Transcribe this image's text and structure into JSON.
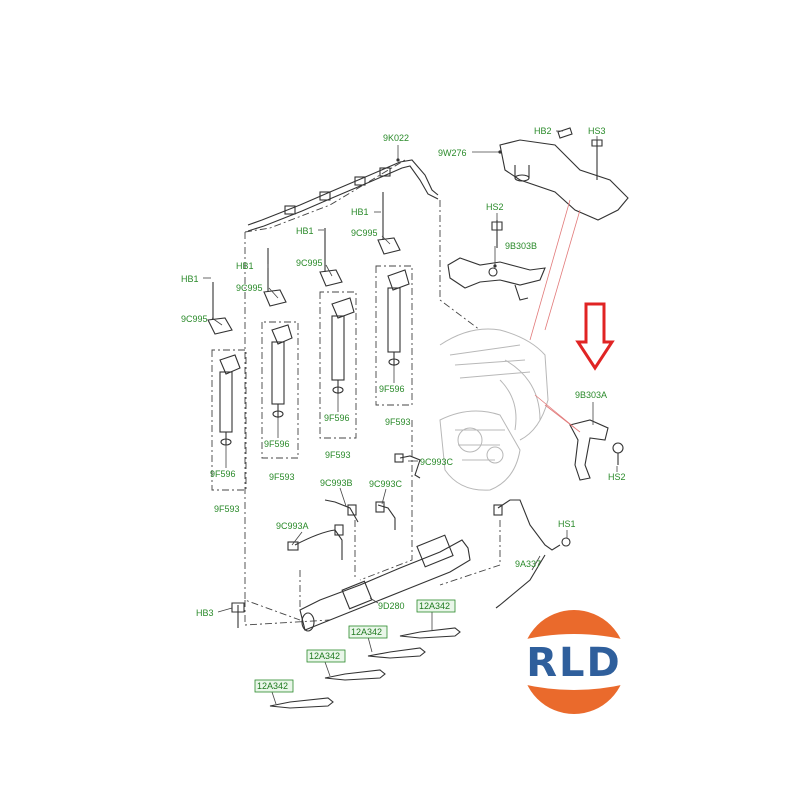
{
  "diagram": {
    "labels": {
      "l_9k022": "9K022",
      "l_9w276": "9W276",
      "l_hb2": "HB2",
      "l_hs3": "HS3",
      "l_hs2_top": "HS2",
      "l_9b303b": "9B303B",
      "l_hb1_a": "HB1",
      "l_9c995_a": "9C995",
      "l_hb1_b": "HB1",
      "l_9c995_b": "9C995",
      "l_hb1_c": "HB1",
      "l_9c995_c": "9C995",
      "l_hb1_d": "HB1",
      "l_9c995_d": "9C995",
      "l_9f596_a": "9F596",
      "l_9f596_b": "9F596",
      "l_9f596_c": "9F596",
      "l_9f596_d": "9F596",
      "l_9f593_a": "9F593",
      "l_9f593_b": "9F593",
      "l_9f593_c": "9F593",
      "l_9f593_d": "9F593",
      "l_9b303a": "9B303A",
      "l_hs2_right": "HS2",
      "l_9c993c_a": "9C993C",
      "l_9c993c_b": "9C993C",
      "l_9c993b": "9C993B",
      "l_9c993a": "9C993A",
      "l_hs1": "HS1",
      "l_9a337": "9A337",
      "l_hb3": "HB3",
      "l_9d280": "9D280",
      "l_12a342_a": "12A342",
      "l_12a342_b": "12A342",
      "l_12a342_c": "12A342",
      "l_12a342_d": "12A342"
    },
    "colors": {
      "label_green": "#2a8a2a",
      "arrow_red": "#e02424",
      "logo_orange": "#ea6a2c",
      "logo_blue": "#2f5f9c"
    },
    "indicator": {
      "icon": "down-arrow-icon"
    }
  },
  "logo": {
    "text": "RLD"
  }
}
